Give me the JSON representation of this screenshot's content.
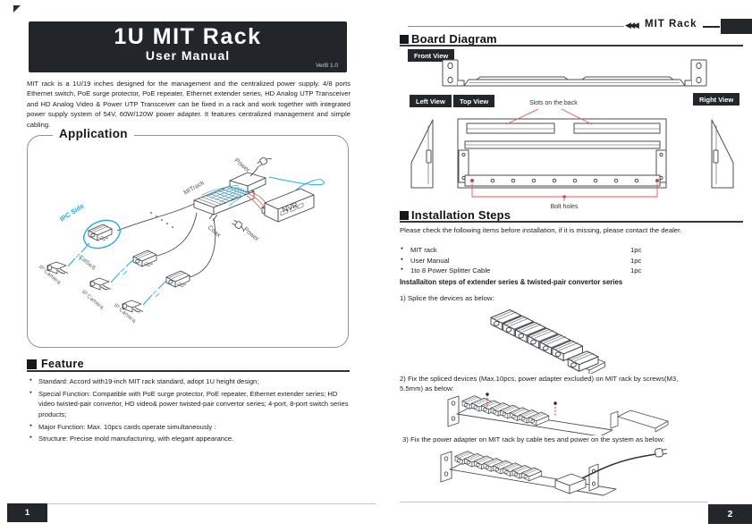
{
  "colors": {
    "dark": "#23272c",
    "accent_red": "#e0584d",
    "cable_blue": "#29abe2"
  },
  "page1": {
    "page_number": "1",
    "header": {
      "title": "1U MIT Rack",
      "subtitle": "User Manual",
      "version": "VerB 1.0"
    },
    "intro": "MIT rack is a 1U/19 inches designed for the management and the centralized power supply. 4/8 ports Ethernet switch, PoE surge protector, PoE repeater, Ethernet extender series, HD Analog UTP Transceiver and HD Analog Video & Power UTP Transceiver can be fixed in a rack and work together with integrated power supply system of 54V, 60W/120W power adapter. It features centralized management and simple cabling.",
    "application": {
      "title": "Application",
      "labels": {
        "power_top": "Power",
        "power_nvr": "Power",
        "nvr": "NVR",
        "rack": "MITrack",
        "coax": "Coax",
        "ipc_side": "IPC Side",
        "cat5e6": "Cat5e/6",
        "ip_camera_1": "IP Camera",
        "ip_camera_2": "IP Camera",
        "ip_camera_3": "IP Camera"
      }
    },
    "feature": {
      "title": "Feature",
      "items": [
        "Standard: Accord with19-inch MIT rack standard, adopt 1U height design;",
        "Special Function: Compatible with PoE surge protector, PoE repeater, Ethernet extender series; HD video twisted-pair convertor, HD video& power twisted-pair convertor series; 4-port, 8-port switch series products;",
        "Major Function: Max. 10pcs cards operate simultaneously :",
        "Structure: Precise mold manufacturing, with elegant appearance."
      ]
    }
  },
  "page2": {
    "page_number": "2",
    "header": {
      "tab": "MIT Rack",
      "arrows": "◀◀◀"
    },
    "board_diagram": {
      "title": "Board Diagram",
      "front_view": "Front View",
      "left_view": "Left View",
      "top_view": "Top View",
      "right_view": "Right View",
      "slots_label": "Slots on the back",
      "bolt_holes_label": "Bolt holes"
    },
    "installation": {
      "title": "Installation Steps",
      "intro": "Please check the following items before installation, if it is missing, please contact the dealer.",
      "checklist": [
        {
          "item": "MIT rack",
          "qty": "1pc"
        },
        {
          "item": "User Manual",
          "qty": "1pc"
        },
        {
          "item": "1to 8 Power Splitter Cable",
          "qty": "1pc"
        }
      ],
      "subheading": "Installaiton steps of extender series & twisted-pair convertor series",
      "steps": [
        "1) Splice the devices as below:",
        "2) Fix the spliced devices (Max.10pcs, power adapter excluded) on MIT rack by screws(M3, 5.5mm) as below:",
        "3) Fix the power adapter on MIT rack by cable ties and power on the system as below:"
      ]
    }
  }
}
